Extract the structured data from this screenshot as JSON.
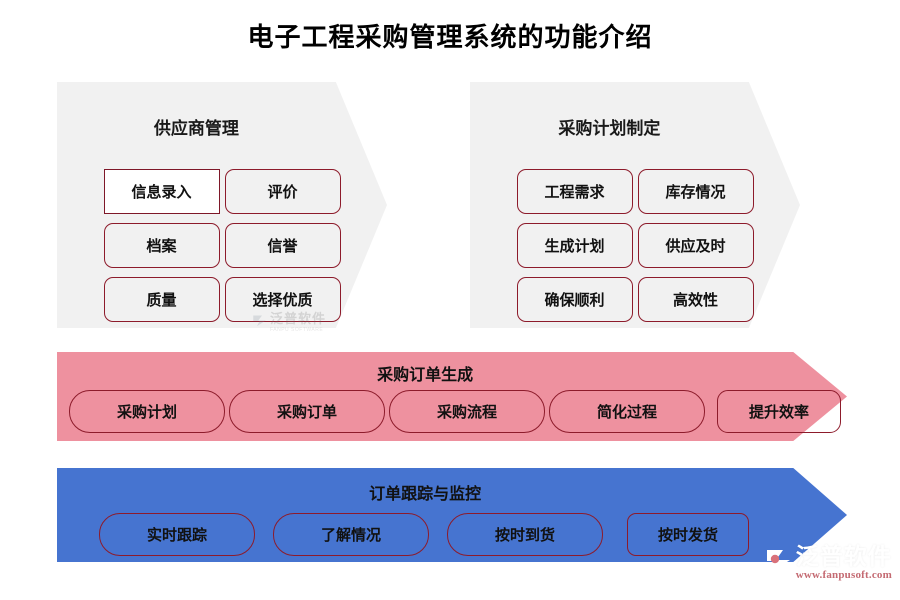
{
  "page": {
    "title": "电子工程采购管理系统的功能介绍",
    "background_color": "#ffffff"
  },
  "colors": {
    "panel_gray": "#f1f1f1",
    "band_pink": "#ee919f",
    "band_blue": "#4674d0",
    "box_border_red": "#8d1b2b",
    "text_black": "#111111"
  },
  "panels": [
    {
      "title": "供应商管理",
      "items": [
        {
          "label": "信息录入",
          "shape": "sharp"
        },
        {
          "label": "评价",
          "shape": "rounded"
        },
        {
          "label": "档案",
          "shape": "rounded"
        },
        {
          "label": "信誉",
          "shape": "rounded"
        },
        {
          "label": "质量",
          "shape": "rounded"
        },
        {
          "label": "选择优质",
          "shape": "rounded"
        }
      ]
    },
    {
      "title": "采购计划制定",
      "items": [
        {
          "label": "工程需求",
          "shape": "rounded"
        },
        {
          "label": "库存情况",
          "shape": "rounded"
        },
        {
          "label": "生成计划",
          "shape": "rounded"
        },
        {
          "label": "供应及时",
          "shape": "rounded"
        },
        {
          "label": "确保顺利",
          "shape": "rounded"
        },
        {
          "label": "高效性",
          "shape": "rounded"
        }
      ]
    }
  ],
  "bands": [
    {
      "title": "采购订单生成",
      "color": "#ee919f",
      "items": [
        {
          "label": "采购计划"
        },
        {
          "label": "采购订单"
        },
        {
          "label": "采购流程"
        },
        {
          "label": "简化过程"
        },
        {
          "label": "提升效率"
        }
      ]
    },
    {
      "title": "订单跟踪与监控",
      "color": "#4674d0",
      "items": [
        {
          "label": "实时跟踪"
        },
        {
          "label": "了解情况"
        },
        {
          "label": "按时到货"
        },
        {
          "label": "按时发货"
        }
      ]
    }
  ],
  "watermarks": {
    "center": {
      "text": "泛普软件",
      "subtext": "FANPU SOFTWARE"
    },
    "logo": {
      "text": "泛普软件",
      "url": "www.fanpusoft.com"
    }
  }
}
